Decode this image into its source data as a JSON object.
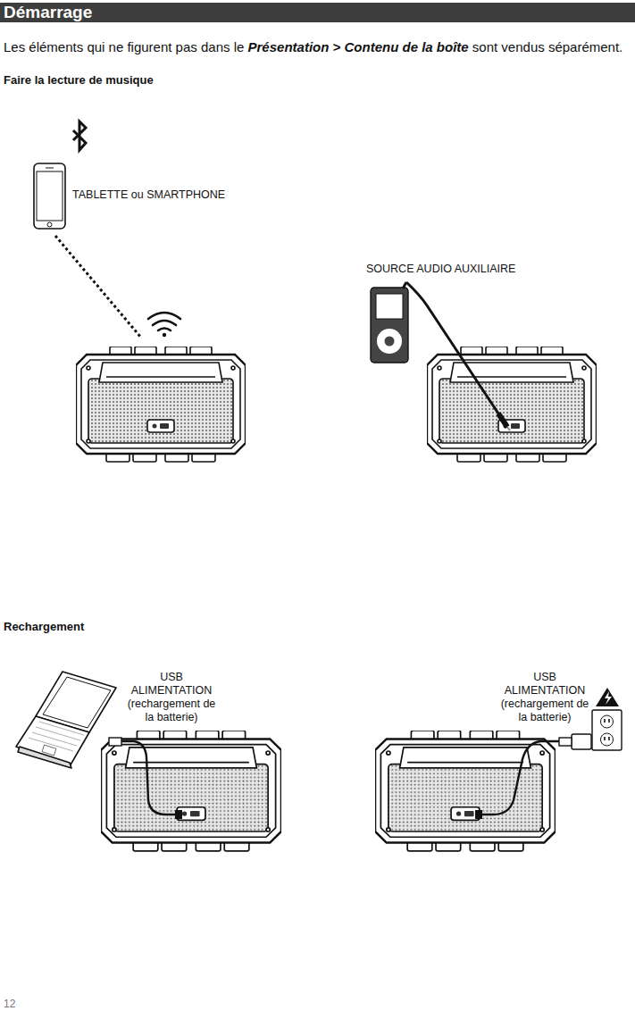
{
  "diagram": {
    "title": "Démarrage",
    "labels": [
      "Les éléments qui ne figurent pas dans le",
      "Présentation > Contenu de la boîte",
      "sont vendus séparément.",
      "Faire la lecture de musique",
      "TABLETTE ou SMARTPHONE",
      "SOURCE AUDIO AUXILIAIRE",
      "Rechargement",
      "USB ALIMENTATION (rechargement de la batterie)",
      "USB ALIMENTATION (rechargement de la batterie)",
      "12"
    ]
  }
}
